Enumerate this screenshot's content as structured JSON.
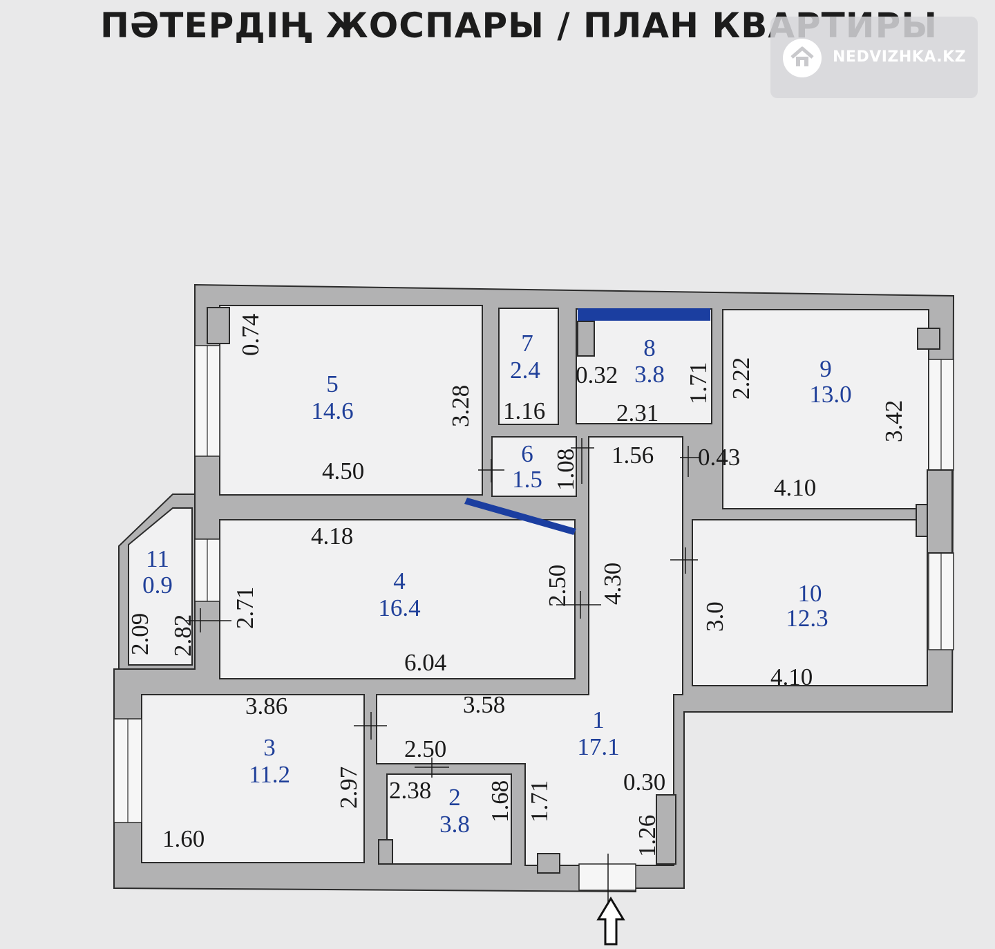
{
  "title": "ПӘТЕРДІҢ ЖОСПАРЫ / ПЛАН КВАРТИРЫ",
  "watermark": {
    "text": "NEDVIZHKA.KZ",
    "icon": "house-icon"
  },
  "colors": {
    "wall": "#b2b2b3",
    "outline": "#2b2b2b",
    "room_label": "#1f3f99",
    "marker": "#1b3ea0"
  },
  "rooms": [
    {
      "number": "1",
      "area": "17.1"
    },
    {
      "number": "2",
      "area": "3.8"
    },
    {
      "number": "3",
      "area": "11.2"
    },
    {
      "number": "4",
      "area": "16.4"
    },
    {
      "number": "5",
      "area": "14.6"
    },
    {
      "number": "6",
      "area": "1.5"
    },
    {
      "number": "7",
      "area": "2.4"
    },
    {
      "number": "8",
      "area": "3.8"
    },
    {
      "number": "9",
      "area": "13.0"
    },
    {
      "number": "10",
      "area": "12.3"
    },
    {
      "number": "11",
      "area": "0.9"
    }
  ],
  "dimensions": [
    "0.74",
    "3.28",
    "4.50",
    "1.16",
    "0.32",
    "1.71",
    "2.31",
    "2.22",
    "3.42",
    "4.10",
    "1.08",
    "1.56",
    "0.43",
    "4.18",
    "2.50",
    "4.30",
    "2.71",
    "2.09",
    "2.82",
    "6.04",
    "3.0",
    "4.10",
    "3.86",
    "3.58",
    "2.50",
    "2.97",
    "2.38",
    "1.68",
    "1.71",
    "0.30",
    "1.26",
    "1.60"
  ],
  "entrance": {
    "icon": "entrance-arrow-icon"
  }
}
